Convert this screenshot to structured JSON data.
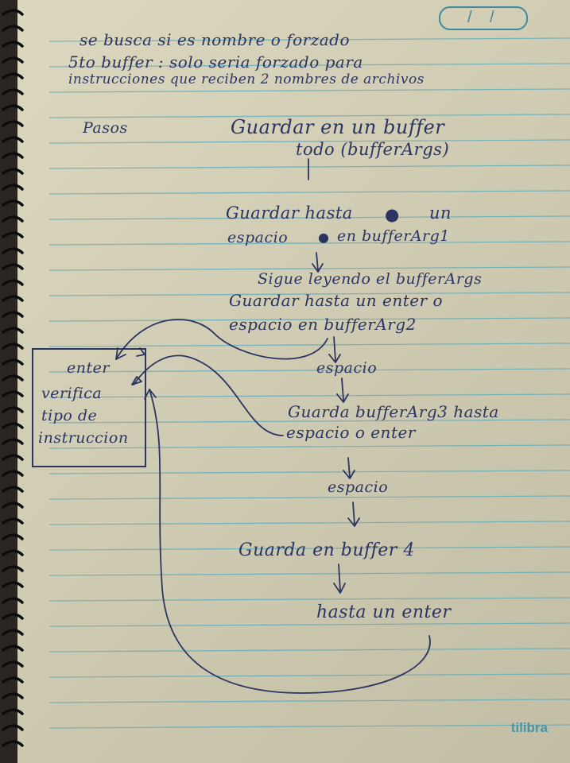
{
  "header_notes": [
    "se busca si es nombre o forzado",
    "5to buffer : solo seria forzado para",
    "instrucciones que reciben 2 nombres de archivos"
  ],
  "pasos_label": "Pasos",
  "steps": [
    "Guardar en un buffer",
    "todo (bufferArgs)",
    "Guardar hasta",
    "un",
    "espacio",
    "en bufferArg1",
    "Sigue leyendo el bufferArgs",
    "Guardar hasta un enter o",
    "espacio en bufferArg2",
    "espacio",
    "Guarda bufferArg3 hasta",
    "espacio o enter",
    "espacio",
    "Guarda en buffer 4",
    "hasta un enter"
  ],
  "enter_box": [
    "enter",
    "verifica",
    "tipo de",
    "instruccion"
  ],
  "brand": "tilibra"
}
